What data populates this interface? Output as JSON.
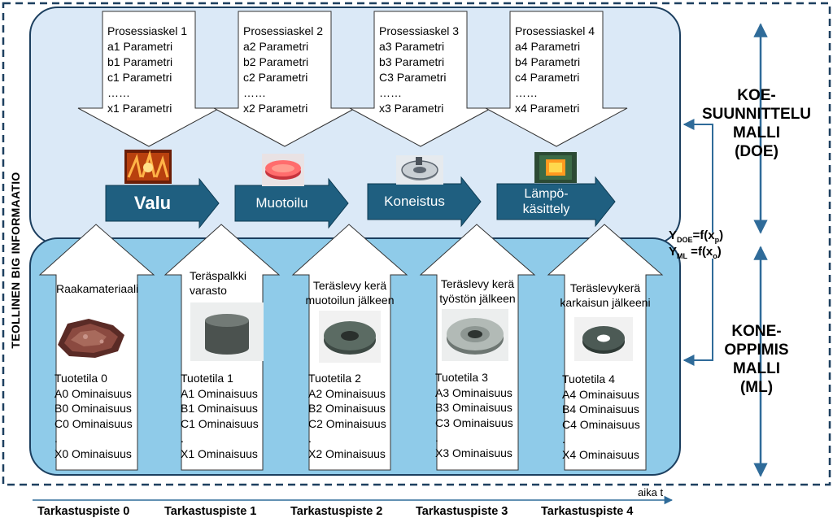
{
  "vertical_label": "TEOLLINEN BIG INFORMAATIO",
  "processes": [
    {
      "lines": [
        "Prosessiaskel 1",
        "a1 Parametri",
        "b1 Parametri",
        "c1 Parametri",
        "……",
        "x1 Parametri"
      ],
      "chevron": "Valu",
      "photo_icon": "casting-furnace-photo"
    },
    {
      "lines": [
        "Prosessiaskel 2",
        "a2 Parametri",
        "b2 Parametri",
        "c2 Parametri",
        "……",
        "x2 Parametri"
      ],
      "chevron": "Muotoilu",
      "photo_icon": "hot-forging-photo"
    },
    {
      "lines": [
        "Prosessiaskel 3",
        "a3 Parametri",
        "b3 Parametri",
        "C3 Parametri",
        "……",
        "x3 Parametri"
      ],
      "chevron": "Koneistus",
      "photo_icon": "machining-photo"
    },
    {
      "lines": [
        "Prosessiaskel 4",
        "a4 Parametri",
        "b4 Parametri",
        "c4 Parametri",
        "……",
        "x4 Parametri"
      ],
      "chevron": "Lämpö-\nkäsittely",
      "photo_icon": "heat-treatment-oven-photo"
    }
  ],
  "states": [
    {
      "title": "Raakamateriaali",
      "lines": [
        "Tuotetila 0",
        "A0 Ominaisuus",
        "B0 Ominaisuus",
        "C0 Ominaisuus",
        ".",
        "X0 Ominaisuus"
      ],
      "photo_icon": "raw-material-photo"
    },
    {
      "title": "Teräspalkki\nvarasto",
      "lines": [
        "Tuotetila 1",
        "A1 Ominaisuus",
        "B1 Ominaisuus",
        "C1 Ominaisuus",
        ".",
        "X1 Ominaisuus"
      ],
      "photo_icon": "steel-billet-photo"
    },
    {
      "title": "Teräslevy kerä\nmuotoilun jälkeen",
      "lines": [
        "Tuotetila 2",
        "A2 Ominaisuus",
        "B2 Ominaisuus",
        "C2 Ominaisuus",
        ".",
        "X2 Ominaisuus"
      ],
      "photo_icon": "forged-ring-photo"
    },
    {
      "title": "Teräslevy kerä\ntyöstön jälkeen",
      "lines": [
        "Tuotetila 3",
        "A3 Ominaisuus",
        "B3 Ominaisuus",
        "C3 Ominaisuus",
        ".",
        "X3 Ominaisuus"
      ],
      "photo_icon": "machined-ring-photo"
    },
    {
      "title": "Teräslevykerä\nkarkaisun jälkeeni",
      "lines": [
        "Tuotetila 4",
        "A4 Ominaisuus",
        "B4 Ominaisuus",
        "C4 Ominaisuus",
        ".",
        "X4 Ominaisuus"
      ],
      "photo_icon": "hardened-ring-photo"
    }
  ],
  "doe_model": "KOE-\nSUUNNITTELU\nMALLI\n(DOE)",
  "ml_model": "KONE-\nOPPIMIS\nMALLI\n(ML)",
  "formula_doe": {
    "y": "Y",
    "sub": "DOE",
    "rest_a": "=f(x",
    "sub2": "p",
    "rest_b": ")"
  },
  "formula_ml": {
    "y": "Y",
    "sub": "ML",
    "rest_a": " =f(x",
    "sub2": "o",
    "rest_b": ")"
  },
  "time_axis_label": "aika t",
  "checkpoints": [
    "Tarkastuspiste 0",
    "Tarkastuspiste 1",
    "Tarkastuspiste 2",
    "Tarkastuspiste 3",
    "Tarkastuspiste 4"
  ],
  "colors": {
    "upper_panel": "#dbe9f7",
    "lower_panel": "#8fcbe9",
    "chevron": "#1f5f80",
    "outline": "#1c3f5f",
    "model_arrow": "#2f6b99"
  }
}
